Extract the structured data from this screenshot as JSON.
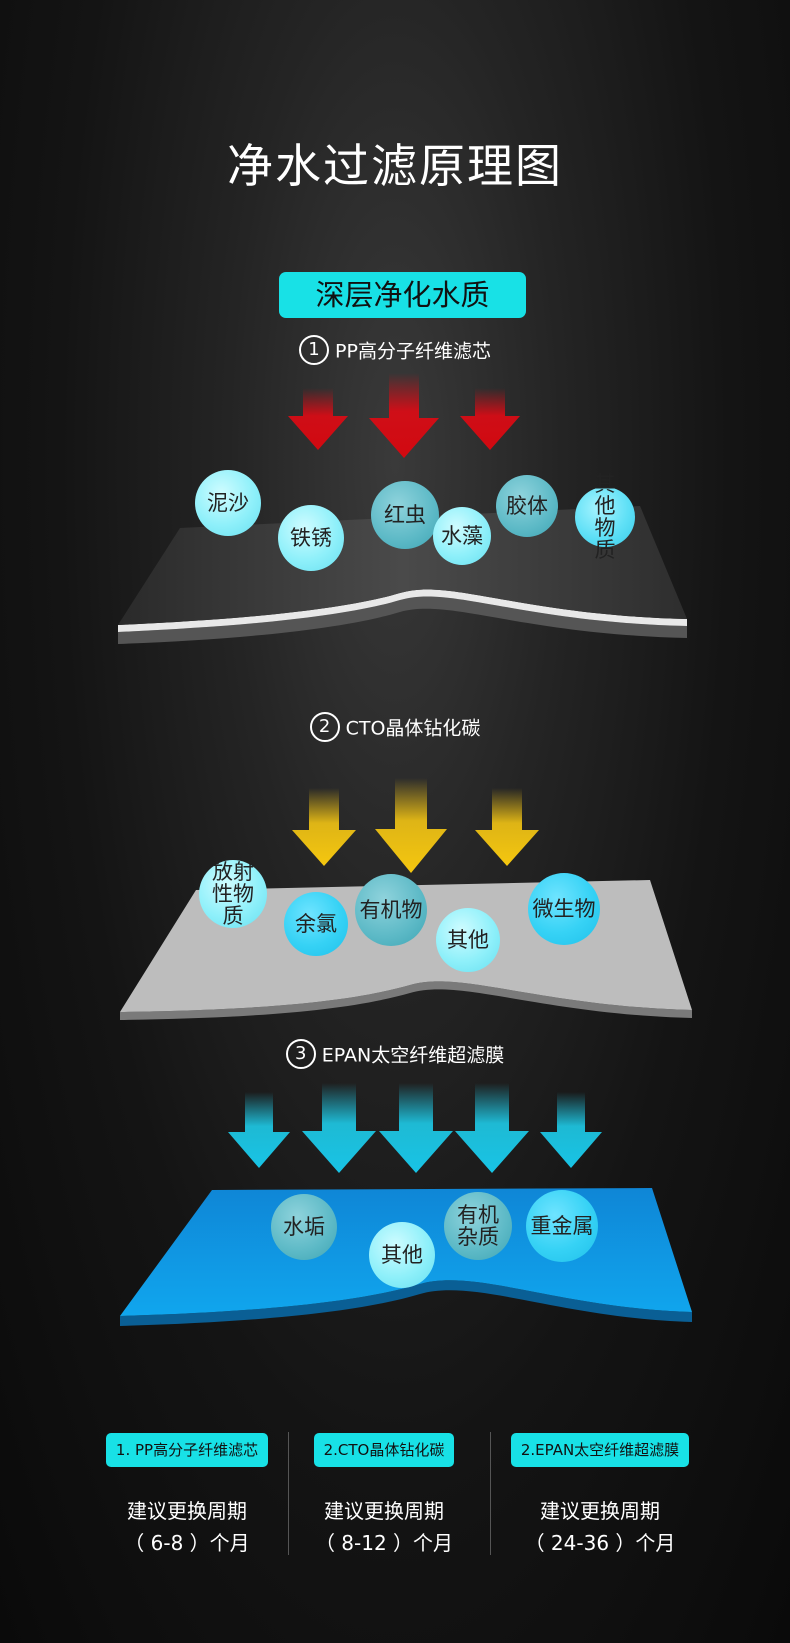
{
  "title": "净水过滤原理图",
  "badge": "深层净化水质",
  "layers": [
    {
      "num": "1",
      "label": "PP高分子纤维滤芯",
      "arrow_color": "#e00a14",
      "bubbles": [
        "泥沙",
        "铁锈",
        "红虫",
        "水藻",
        "胶体",
        "其他物质"
      ]
    },
    {
      "num": "2",
      "label": "CTO晶体钻化碳",
      "arrow_color": "#f2c414",
      "bubbles": [
        "放射性物质",
        "余氯",
        "有机物",
        "其他",
        "微生物"
      ]
    },
    {
      "num": "3",
      "label": "EPAN太空纤维超滤膜",
      "arrow_color": "#1ecbe8",
      "bubbles": [
        "水垢",
        "其他",
        "有机杂质",
        "重金属"
      ]
    }
  ],
  "footer": [
    {
      "badge": "1. PP高分子纤维滤芯",
      "line1": "建议更换周期",
      "line2": "（ 6-8 ）个月"
    },
    {
      "badge": "2.CTO晶体钻化碳",
      "line1": "建议更换周期",
      "line2": "（ 8-12 ）个月"
    },
    {
      "badge": "2.EPAN太空纤维超滤膜",
      "line1": "建议更换周期",
      "line2": "（ 24-36 ）个月"
    }
  ],
  "colors": {
    "accent": "#18e1e6",
    "layer1": "#3b3b3b",
    "layer2": "#bdbdbd",
    "layer3": "#0d9ae2"
  }
}
